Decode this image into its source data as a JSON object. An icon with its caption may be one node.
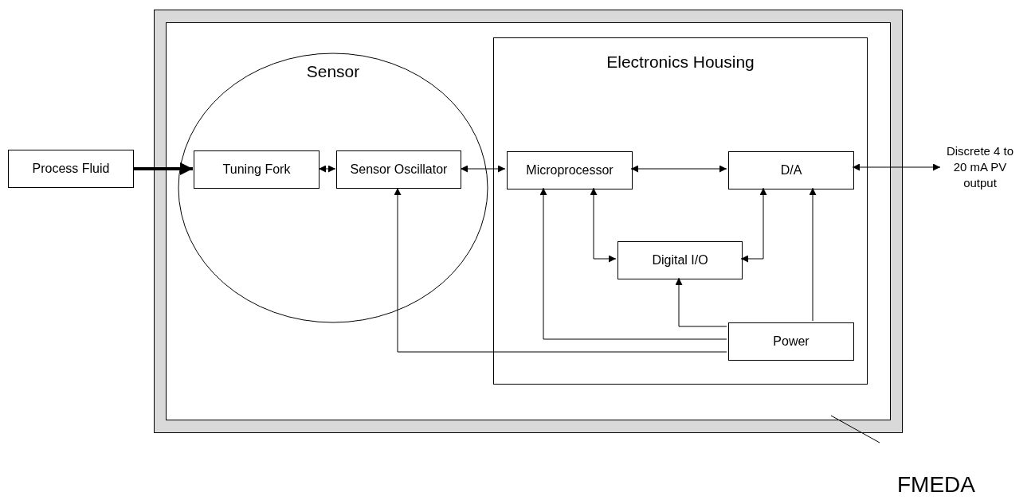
{
  "diagram": {
    "nodes": [
      {
        "text": [],
        "shape": "box"
      },
      {
        "text": [
          "Sensor"
        ],
        "in": 0
      },
      {
        "text": [
          "Electronics Housing"
        ],
        "in": 0
      },
      {
        "text": [
          "Process Fluid"
        ]
      },
      {
        "text": [
          "Tuning Fork"
        ],
        "in": 1
      },
      {
        "text": [
          "Sensor Oscillator"
        ],
        "in": 1
      },
      {
        "text": [
          "Microprocessor"
        ],
        "in": 2
      },
      {
        "text": [
          "D/A"
        ],
        "in": 2
      },
      {
        "text": [
          "Digital I/O"
        ],
        "in": 2
      },
      {
        "text": [
          "Power"
        ],
        "in": 2
      },
      {
        "text": [
          "Discrete 4 to 20 mA PV output"
        ]
      },
      {
        "text": [
          "FMEDA"
        ]
      }
    ],
    "edges": [
      {
        "from": 3,
        "to": 4,
        "arrow": "to",
        "style": "thick"
      },
      {
        "from": 4,
        "to": 5,
        "arrow": "both"
      },
      {
        "from": 5,
        "to": 6,
        "arrow": "both"
      },
      {
        "from": 6,
        "to": 7,
        "arrow": "both"
      },
      {
        "from": 7,
        "to": 10,
        "arrow": "both"
      },
      {
        "from": 6,
        "to": 8,
        "arrow": "both"
      },
      {
        "from": 7,
        "to": 8,
        "arrow": "both"
      },
      {
        "from": 9,
        "to": 8,
        "arrow": "to"
      },
      {
        "from": 9,
        "to": 7,
        "arrow": "to"
      },
      {
        "from": 9,
        "to": 6,
        "arrow": "to"
      },
      {
        "from": 9,
        "to": 5,
        "arrow": "to"
      },
      {
        "from": 11,
        "to": 0,
        "arrow": "none"
      }
    ]
  }
}
